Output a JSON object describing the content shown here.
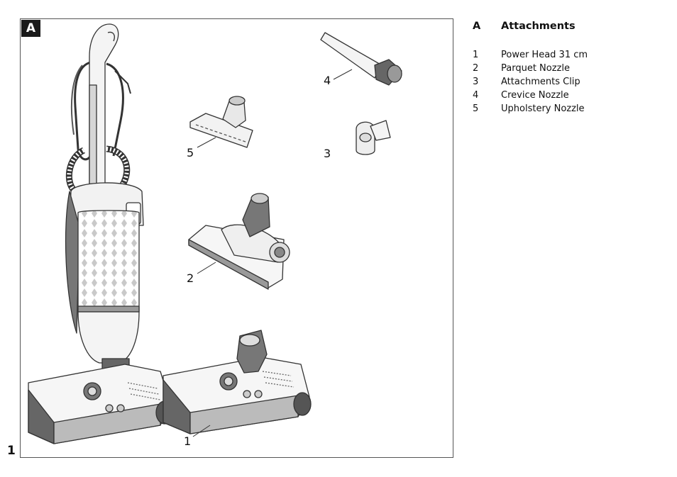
{
  "figure": {
    "badge": "A",
    "page_number": "1"
  },
  "callouts": [
    "1",
    "2",
    "3",
    "4",
    "5"
  ],
  "section": {
    "letter": "A",
    "title": "Attachments",
    "items": [
      {
        "number": "1",
        "label": "Power Head 31 cm"
      },
      {
        "number": "2",
        "label": "Parquet Nozzle"
      },
      {
        "number": "3",
        "label": "Attachments Clip"
      },
      {
        "number": "4",
        "label": "Crevice Nozzle"
      },
      {
        "number": "5",
        "label": "Upholstery Nozzle"
      }
    ]
  }
}
